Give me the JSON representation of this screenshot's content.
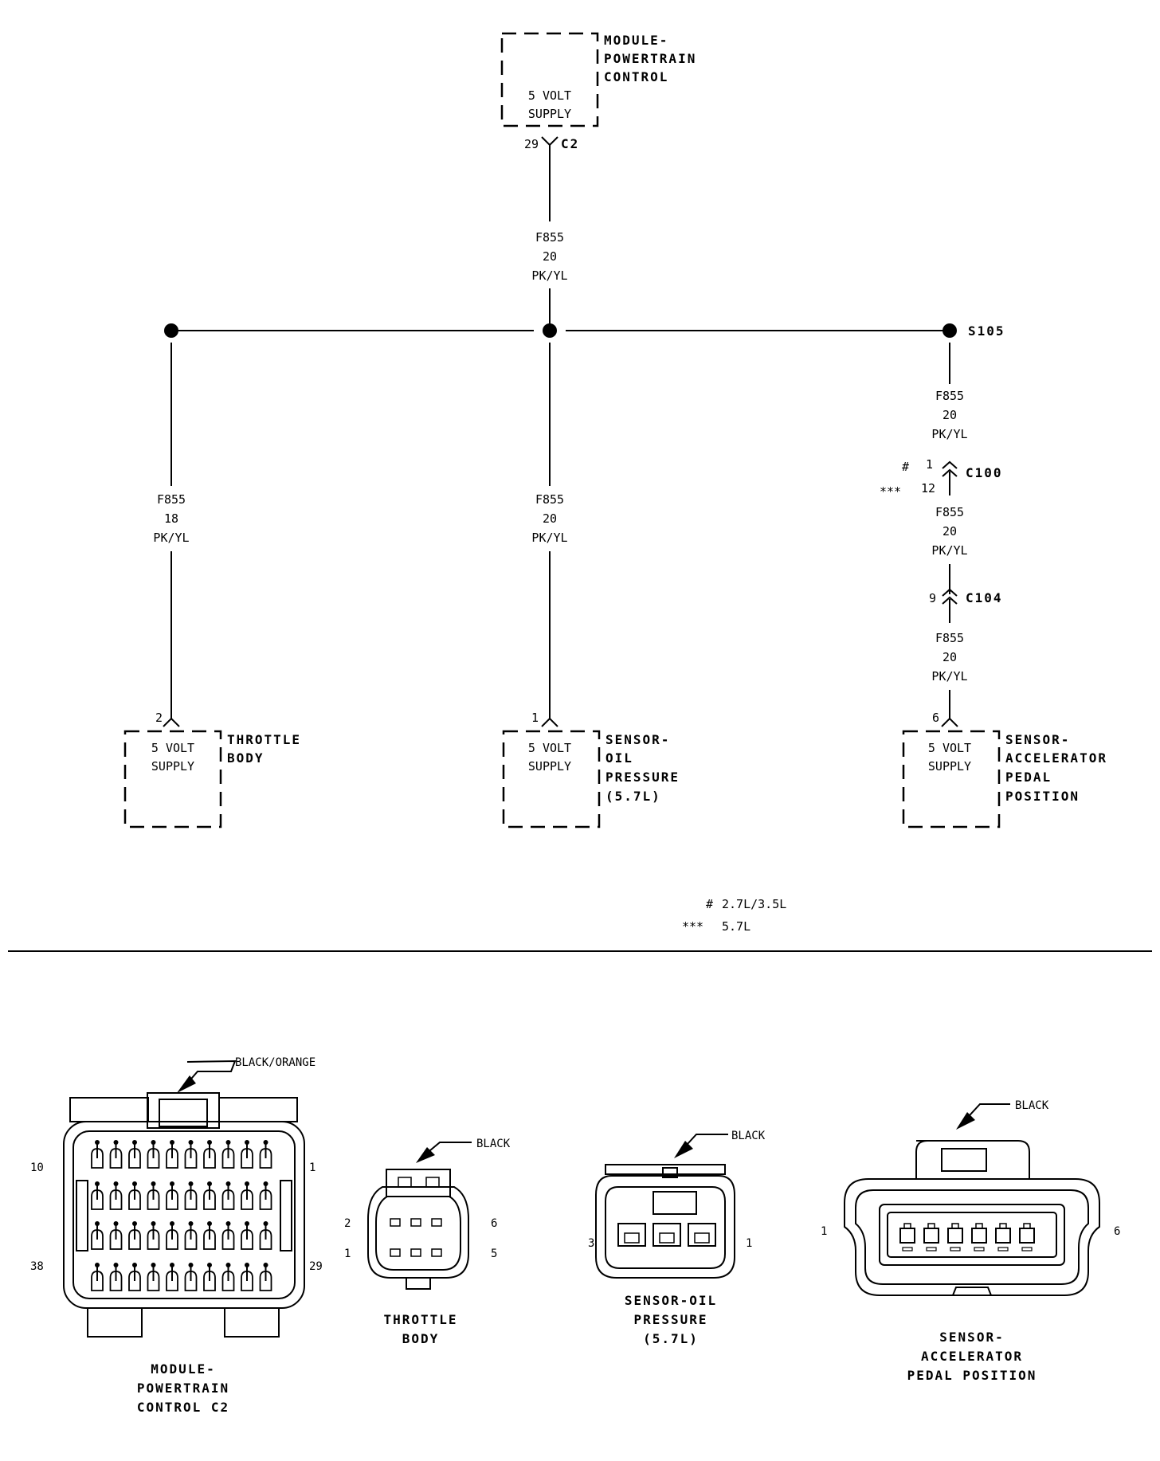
{
  "components": {
    "pcm": {
      "name": [
        "MODULE-",
        "POWERTRAIN",
        "CONTROL"
      ],
      "pin_label": [
        "5 VOLT",
        "SUPPLY"
      ],
      "pin": "29",
      "connector": "C2"
    },
    "throttle": {
      "name": [
        "THROTTLE",
        "BODY"
      ],
      "pin_label": [
        "5 VOLT",
        "SUPPLY"
      ],
      "pin": "2"
    },
    "oil": {
      "name": [
        "SENSOR-",
        "OIL",
        "PRESSURE",
        "(5.7L)"
      ],
      "pin_label": [
        "5 VOLT",
        "SUPPLY"
      ],
      "pin": "1"
    },
    "app": {
      "name": [
        "SENSOR-",
        "ACCELERATOR",
        "PEDAL",
        "POSITION"
      ],
      "pin_label": [
        "5 VOLT",
        "SUPPLY"
      ],
      "pin": "6"
    }
  },
  "wires": {
    "trunk": [
      "F855",
      "20",
      "PK/YL"
    ],
    "throttle": [
      "F855",
      "18",
      "PK/YL"
    ],
    "oil": [
      "F855",
      "20",
      "PK/YL"
    ],
    "app1": [
      "F855",
      "20",
      "PK/YL"
    ],
    "app2": [
      "F855",
      "20",
      "PK/YL"
    ],
    "app3": [
      "F855",
      "20",
      "PK/YL"
    ]
  },
  "splice": "S105",
  "inline": {
    "c100": {
      "name": "C100",
      "mark_a": "#",
      "pin_a": "1",
      "mark_b": "***",
      "pin_b": "12"
    },
    "c104": {
      "name": "C104",
      "pin": "9"
    }
  },
  "legend": [
    {
      "mark": "#",
      "text": "2.7L/3.5L"
    },
    {
      "mark": "***",
      "text": "5.7L"
    }
  ],
  "connector_views": {
    "pcm": {
      "color": "BLACK/ORANGE",
      "pins": {
        "tl": "10",
        "tr": "1",
        "bl": "38",
        "br": "29"
      },
      "title": [
        "MODULE-",
        "POWERTRAIN",
        "CONTROL C2"
      ]
    },
    "throttle": {
      "color": "BLACK",
      "pins": {
        "tl": "2",
        "tr": "6",
        "bl": "1",
        "br": "5"
      },
      "title": [
        "THROTTLE",
        "BODY"
      ]
    },
    "oil": {
      "color": "BLACK",
      "pins": {
        "l": "3",
        "r": "1"
      },
      "title": [
        "SENSOR-OIL",
        "PRESSURE",
        "(5.7L)"
      ]
    },
    "app": {
      "color": "BLACK",
      "pins": {
        "l": "1",
        "r": "6"
      },
      "title": [
        "SENSOR-",
        "ACCELERATOR",
        "PEDAL POSITION"
      ]
    }
  }
}
